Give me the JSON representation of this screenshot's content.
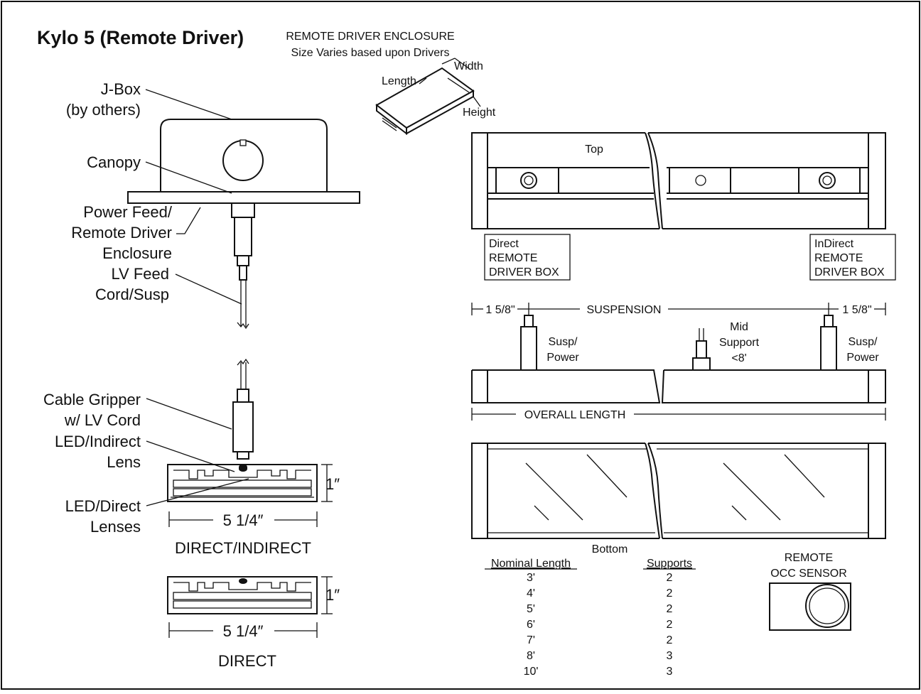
{
  "title": "Kylo 5 (Remote Driver)",
  "enclosure": {
    "heading": "REMOTE DRIVER ENCLOSURE",
    "subheading": "Size Varies based upon Drivers",
    "length_label": "Length",
    "width_label": "Width",
    "height_label": "Height"
  },
  "callouts": {
    "jbox_1": "J-Box",
    "jbox_2": "(by others)",
    "canopy": "Canopy",
    "power_1": "Power Feed/",
    "power_2": "Remote Driver",
    "power_3": "Enclosure",
    "lv_1": "LV Feed",
    "lv_2": "Cord/Susp",
    "gripper_1": "Cable Gripper",
    "gripper_2": "w/ LV Cord",
    "indirect_1": "LED/Indirect",
    "indirect_2": "Lens",
    "direct_1": "LED/Direct",
    "direct_2": "Lenses"
  },
  "sections": {
    "di_height": "1″",
    "di_width": "5 1/4″",
    "di_label": "DIRECT/INDIRECT",
    "d_height": "1″",
    "d_width": "5 1/4″",
    "d_label": "DIRECT"
  },
  "top_view": {
    "label": "Top",
    "box_left": [
      "Direct",
      "REMOTE",
      "DRIVER BOX"
    ],
    "box_right": [
      "InDirect",
      "REMOTE",
      "DRIVER BOX"
    ]
  },
  "side_view": {
    "offset_left": "1 5/8\"",
    "offset_right": "1 5/8\"",
    "suspension": "SUSPENSION",
    "susp_left": [
      "Susp/",
      "Power"
    ],
    "susp_right": [
      "Susp/",
      "Power"
    ],
    "mid": [
      "Mid",
      "Support",
      "<8'"
    ],
    "overall": "OVERALL LENGTH"
  },
  "bottom_view": {
    "label": "Bottom"
  },
  "table": {
    "col1": "Nominal Length",
    "col2": "Supports",
    "rows": [
      {
        "length": "3'",
        "supports": "2"
      },
      {
        "length": "4'",
        "supports": "2"
      },
      {
        "length": "5'",
        "supports": "2"
      },
      {
        "length": "6'",
        "supports": "2"
      },
      {
        "length": "7'",
        "supports": "2"
      },
      {
        "length": "8'",
        "supports": "3"
      },
      {
        "length": "10'",
        "supports": "3"
      }
    ]
  },
  "sensor": {
    "line1": "REMOTE",
    "line2": "OCC SENSOR"
  }
}
